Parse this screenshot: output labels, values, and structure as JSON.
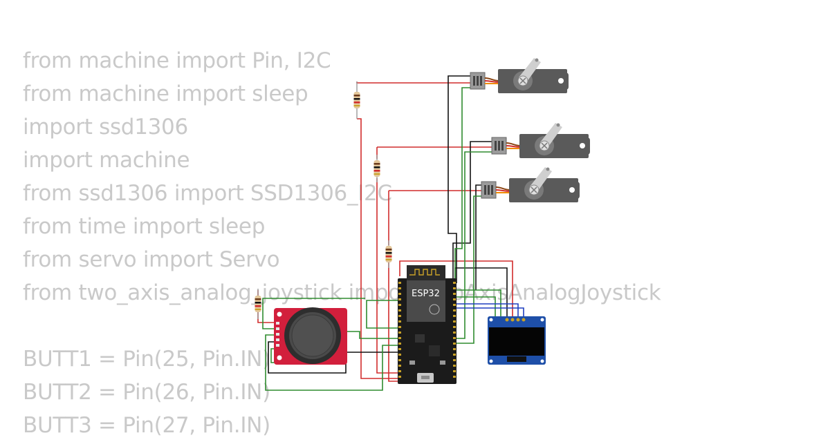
{
  "code": {
    "lines": [
      "from machine import Pin, I2C",
      "from machine import sleep",
      "import ssd1306",
      "import machine",
      "from ssd1306 import SSD1306_I2C",
      "from time import sleep",
      "from servo import Servo",
      "from two_axis_analog_joystick import TwoAxisAnalogJoystick",
      "",
      "BUTT1 = Pin(25, Pin.IN)",
      "BUTT2 = Pin(26, Pin.IN)",
      "BUTT3 = Pin(27, Pin.IN)"
    ]
  },
  "components": {
    "mcu_label": "ESP32"
  },
  "colors": {
    "wire_red": "#d12b2b",
    "wire_black": "#111111",
    "wire_green": "#2e8b2e",
    "wire_blue": "#1f3fbf",
    "servo_body": "#5a5a5a",
    "joystick_board": "#d21f3c",
    "oled_board": "#1e4fa8",
    "mcu_board": "#1b1b1b"
  }
}
